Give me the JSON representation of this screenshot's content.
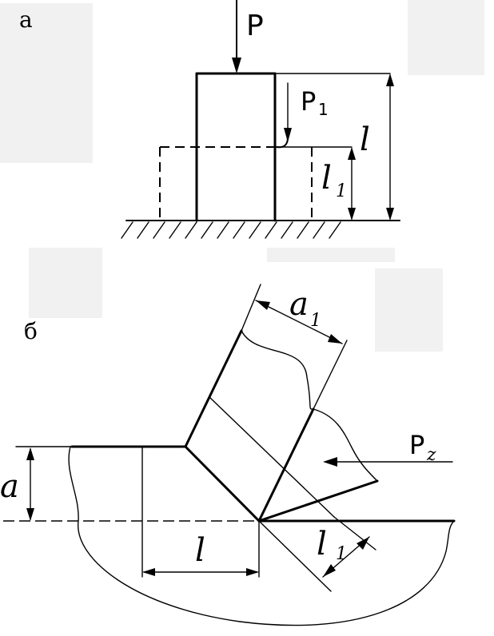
{
  "panel_a": {
    "letter": "а",
    "force_main": "P",
    "force_part": "P",
    "force_part_sub": "1",
    "height_total": "l",
    "height_part": "l",
    "height_part_sub": "1"
  },
  "panel_b": {
    "letter": "б",
    "width_top": "a",
    "width_top_sub": "1",
    "force": "P",
    "force_sub": "z",
    "depth": "a",
    "length": "l",
    "length_part": "l",
    "length_part_sub": "1"
  }
}
